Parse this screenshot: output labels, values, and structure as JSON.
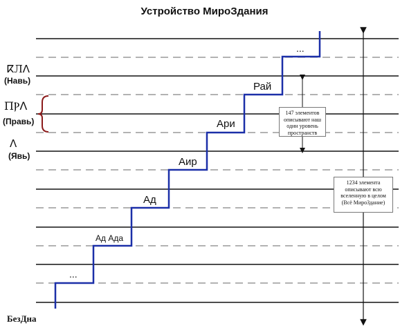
{
  "title": "Устройство МироЗдания",
  "steps": [
    "...",
    "Ад Ада",
    "Ад",
    "Аир",
    "Ари",
    "Рай",
    "..."
  ],
  "left_labels": {
    "nav": {
      "glyph": "ⴽЛⴷ",
      "name": "(Навь)"
    },
    "prav": {
      "glyph": "ПⲢⴷ",
      "name": "(Правь)"
    },
    "yav": {
      "glyph": "ⴷ",
      "name": "(Явь)"
    }
  },
  "notes": {
    "space_level": "147 элементов описывают наш один уровень пространств",
    "universe": "1234 элемента описывают всю вселенную в целом (Всё МироЗдание)"
  },
  "bottom_label": "БезДна",
  "colors": {
    "staircase": "#1b2fa8",
    "brace": "#8b1a1a",
    "lines": "#111111"
  }
}
